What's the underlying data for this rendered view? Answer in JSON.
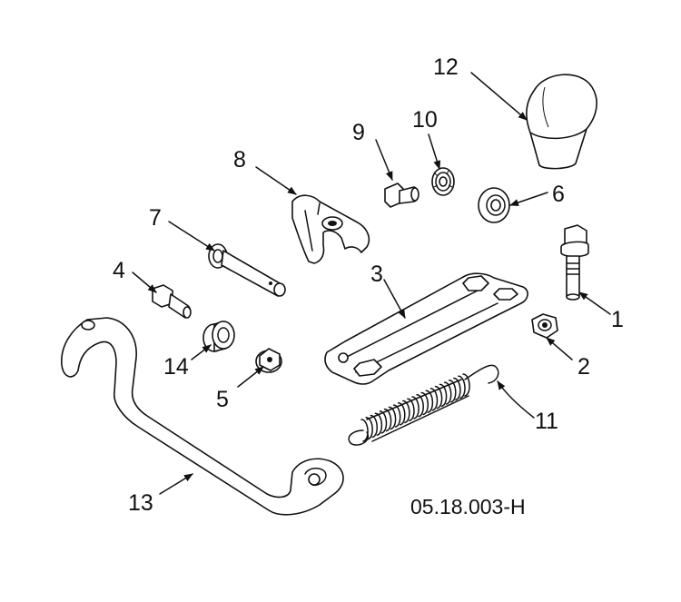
{
  "reference_code": "05.18.003-H",
  "parts": [
    {
      "id": "part-1",
      "label": "1"
    },
    {
      "id": "part-2",
      "label": "2"
    },
    {
      "id": "part-3",
      "label": "3"
    },
    {
      "id": "part-4",
      "label": "4"
    },
    {
      "id": "part-5",
      "label": "5"
    },
    {
      "id": "part-6",
      "label": "6"
    },
    {
      "id": "part-7",
      "label": "7"
    },
    {
      "id": "part-8",
      "label": "8"
    },
    {
      "id": "part-9",
      "label": "9"
    },
    {
      "id": "part-10",
      "label": "10"
    },
    {
      "id": "part-11",
      "label": "11"
    },
    {
      "id": "part-12",
      "label": "12"
    },
    {
      "id": "part-13",
      "label": "13"
    },
    {
      "id": "part-14",
      "label": "14"
    }
  ]
}
